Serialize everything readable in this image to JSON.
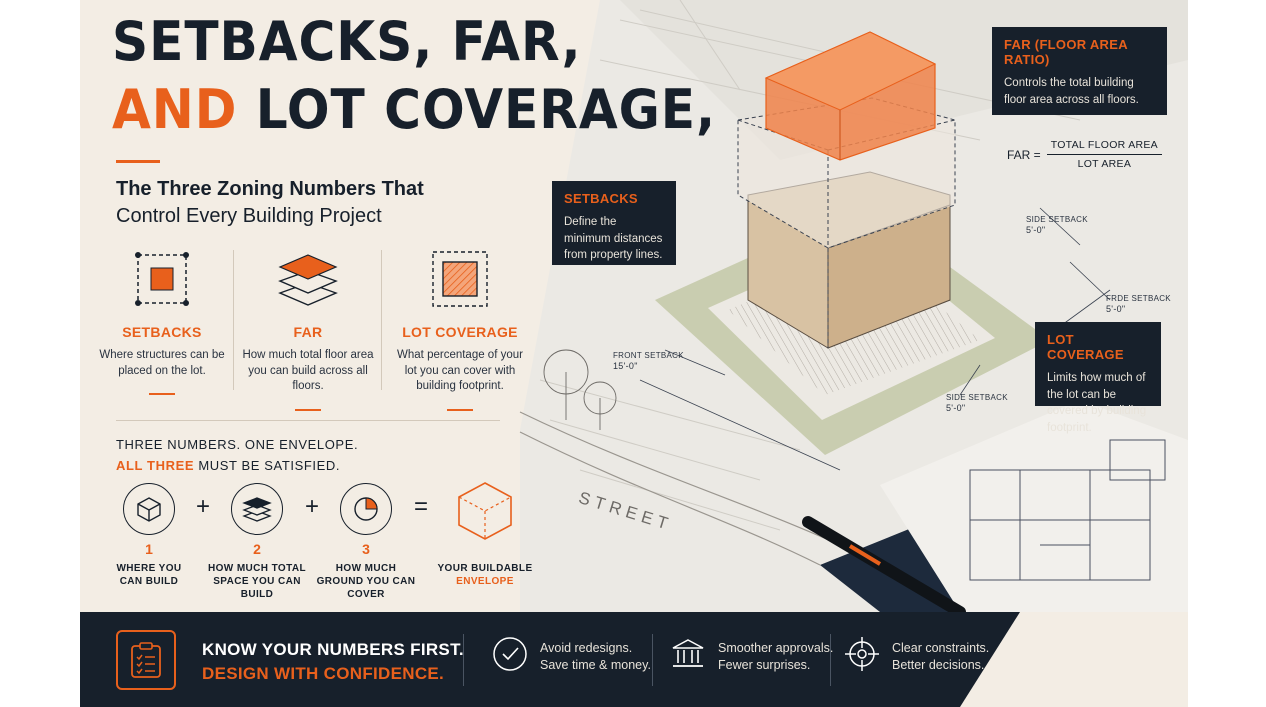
{
  "title": {
    "line1": "SETBACKS, FAR,",
    "line2_accent": "AND",
    "line2_rest": " LOT COVERAGE,"
  },
  "subtitle": {
    "line1": "The Three Zoning Numbers That",
    "line2": "Control Every Building Project"
  },
  "concepts": [
    {
      "icon": "setback-square-icon",
      "heading": "SETBACKS",
      "description": "Where structures can be placed on the lot."
    },
    {
      "icon": "stacked-layers-icon",
      "heading": "FAR",
      "description": "How much total floor area you can build across all floors."
    },
    {
      "icon": "hatched-footprint-icon",
      "heading": "LOT COVERAGE",
      "description": "What percentage of your lot you can cover with building footprint."
    }
  ],
  "envelope": {
    "line1": "THREE NUMBERS. ONE ENVELOPE.",
    "line2_accent": "ALL THREE",
    "line2_rest": " MUST BE SATISFIED."
  },
  "equation": {
    "plus": "+",
    "equals": "=",
    "items": [
      {
        "icon": "cube-icon",
        "number": "1",
        "label": "WHERE YOU CAN BUILD"
      },
      {
        "icon": "layers-icon",
        "number": "2",
        "label": "HOW MUCH TOTAL SPACE YOU CAN BUILD"
      },
      {
        "icon": "pie-coverage-icon",
        "number": "3",
        "label": "HOW MUCH GROUND YOU CAN COVER"
      }
    ],
    "result_icon": "envelope-cube-icon",
    "result_label": "YOUR BUILDABLE",
    "result_label_accent": "ENVELOPE"
  },
  "callouts": {
    "far": {
      "heading": "FAR (FLOOR AREA RATIO)",
      "description": "Controls the total building floor area across all floors."
    },
    "setbacks": {
      "heading": "SETBACKS",
      "description": "Define the minimum distances from property lines."
    },
    "lot_coverage": {
      "heading": "LOT COVERAGE",
      "description": "Limits how much of the lot can be covered by building footprint."
    }
  },
  "formula": {
    "label": "FAR =",
    "numerator": "TOTAL FLOOR AREA",
    "denominator": "LOT AREA"
  },
  "dimensions": {
    "side_top": {
      "name": "SIDE SETBACK",
      "value": "5'-0\""
    },
    "frde": {
      "name": "FRDE SETBACK",
      "value": "5'-0\""
    },
    "front": {
      "name": "FRONT SETBACK",
      "value": "15'-0\""
    },
    "side_bottom": {
      "name": "SIDE SETBACK",
      "value": "5'-0\""
    }
  },
  "street_label": "STREET",
  "footer": {
    "icon": "clipboard-checklist-icon",
    "headline": "KNOW YOUR NUMBERS FIRST.",
    "headline_accent": "DESIGN WITH CONFIDENCE.",
    "benefits": [
      {
        "icon": "checkmark-circle-icon",
        "line1": "Avoid redesigns.",
        "line2": "Save time & money."
      },
      {
        "icon": "government-building-icon",
        "line1": "Smoother approvals.",
        "line2": "Fewer surprises."
      },
      {
        "icon": "crosshair-target-icon",
        "line1": "Clear constraints.",
        "line2": "Better decisions."
      }
    ]
  },
  "colors": {
    "accent": "#e8601c",
    "navy": "#17202b",
    "background": "#f3ede4",
    "lawn": "#c9cdb0"
  }
}
